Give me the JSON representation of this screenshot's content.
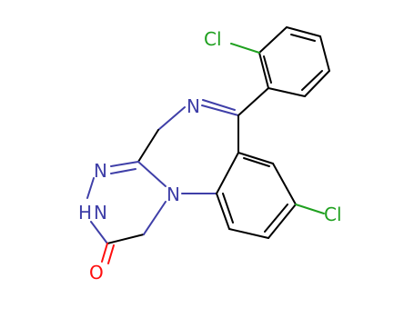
{
  "atoms": {
    "cl_top": "Cl",
    "cl_right": "Cl",
    "n_imine": "N",
    "n_triazine": "N",
    "nh": "N",
    "nh_h": "H",
    "n_bridge": "N",
    "o": "O"
  },
  "colors": {
    "carbon": "#000000",
    "nitrogen": "#3f3fa8",
    "oxygen": "#ff0d0d",
    "chlorine": "#1fa01f"
  }
}
